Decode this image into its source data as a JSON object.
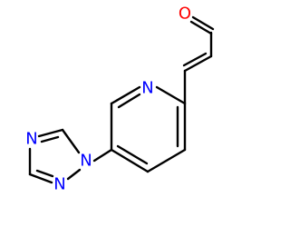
{
  "molecule": {
    "atoms": {
      "aldehyde_oxygen": {
        "symbol": "O",
        "color": "#ff0000"
      },
      "pyridine_nitrogen": {
        "symbol": "N",
        "color": "#0000ff"
      },
      "triazole_n1": {
        "symbol": "N",
        "color": "#0000ff"
      },
      "triazole_n2": {
        "symbol": "N",
        "color": "#0000ff"
      },
      "triazole_n4": {
        "symbol": "N",
        "color": "#0000ff"
      }
    },
    "bond_color": "#000000"
  }
}
